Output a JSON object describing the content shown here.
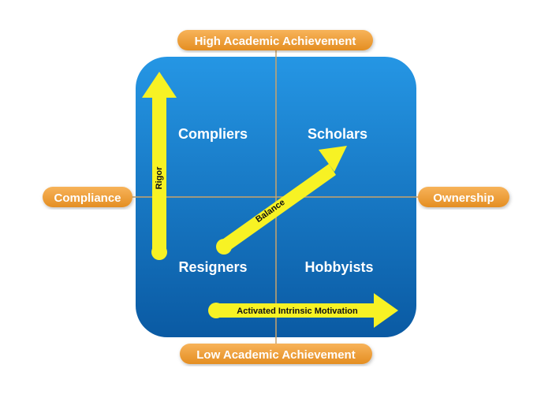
{
  "axes": {
    "top": "High Academic Achievement",
    "bottom": "Low Academic Achievement",
    "left": "Compliance",
    "right": "Ownership"
  },
  "quadrants": {
    "top_left": "Compliers",
    "top_right": "Scholars",
    "bottom_left": "Resigners",
    "bottom_right": "Hobbyists"
  },
  "arrows": {
    "vertical": "Rigor",
    "diagonal": "Balance",
    "horizontal": "Activated Intrinsic Motivation"
  },
  "colors": {
    "panel_top": "#1e8fe0",
    "panel_bottom": "#0b5ea8",
    "pill": "#f2a13a",
    "arrow": "#f7f224",
    "axis_line": "#c9a46a"
  }
}
